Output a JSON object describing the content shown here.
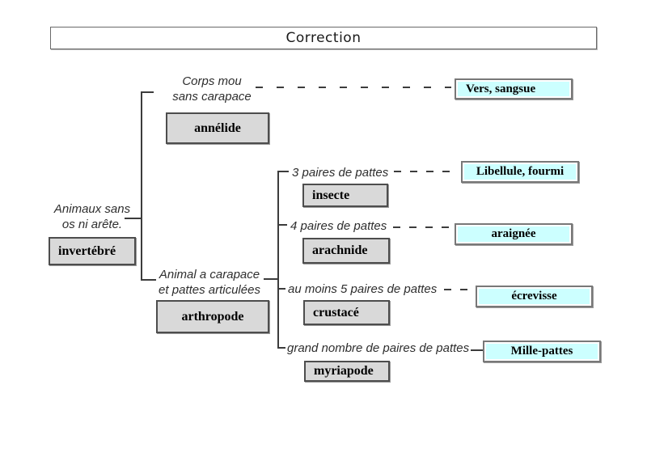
{
  "title": "Correction",
  "colors": {
    "example_box_fill": "#ccffff",
    "class_box_fill": "#d9d9d9",
    "box_border": "#4d4d4d",
    "line": "#3c3c3c"
  },
  "tree": {
    "root": {
      "label_line1": "Animaux sans",
      "label_line2": "os ni arête.",
      "class_name": "invertébré"
    },
    "branches": [
      {
        "criterion_line1": "Corps mou",
        "criterion_line2": "sans carapace",
        "class_name": "annélide",
        "examples": "Vers, sangsue"
      },
      {
        "criterion_line1": "Animal a carapace",
        "criterion_line2": "et pattes articulées",
        "class_name": "arthropode",
        "children": [
          {
            "criterion": "3 paires de pattes",
            "class_name": "insecte",
            "examples": "Libellule, fourmi"
          },
          {
            "criterion": "4 paires de pattes",
            "class_name": "arachnide",
            "examples": "araignée"
          },
          {
            "criterion": "au moins 5 paires de pattes",
            "class_name": "crustacé",
            "examples": "écrevisse"
          },
          {
            "criterion": "grand nombre de paires de pattes",
            "class_name": "myriapode",
            "examples": "Mille-pattes"
          }
        ]
      }
    ]
  }
}
